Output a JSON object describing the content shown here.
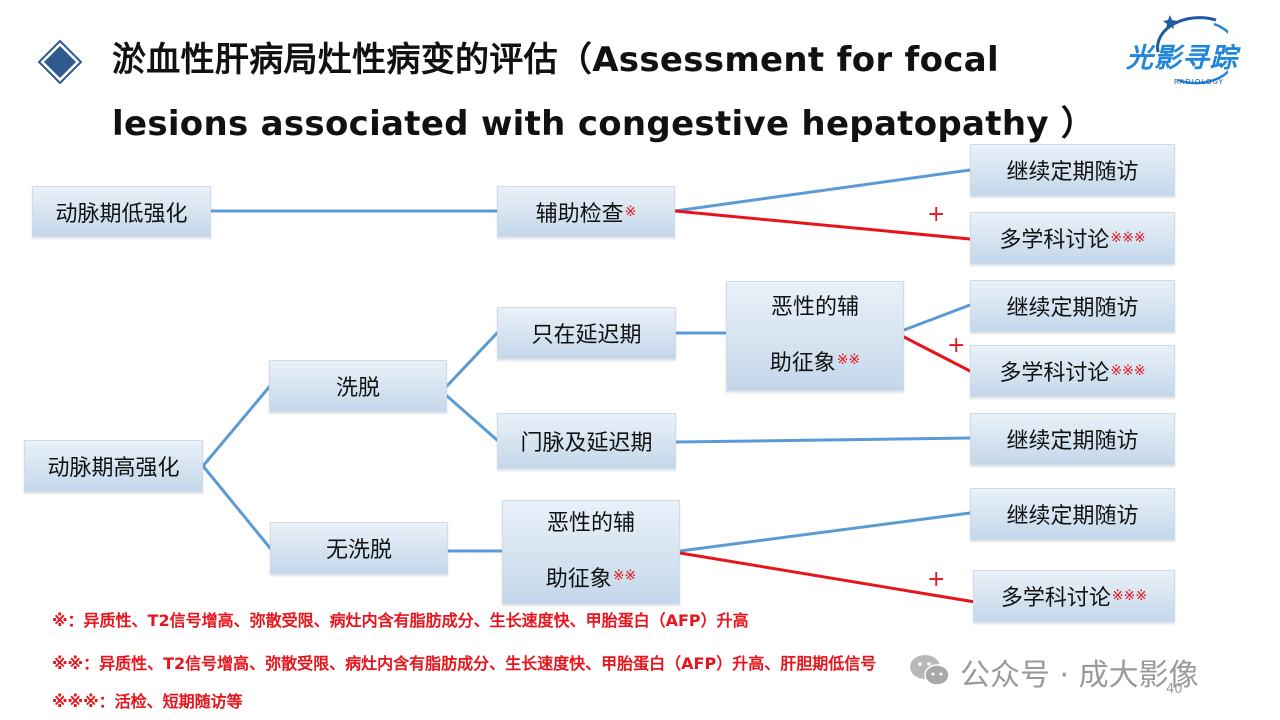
{
  "title": {
    "line1": "淤血性肝病局灶性病变的评估（Assessment for focal",
    "line2": "lesions associated with congestive hepatopathy ）"
  },
  "logo": {
    "text": "光影寻踪",
    "sub": "RADIOLOGY"
  },
  "marks": {
    "one": "※",
    "two": "※※",
    "three": "※※※"
  },
  "nodes": {
    "arterial_low": "动脉期低强化",
    "aux_exam": "辅助检查",
    "follow_1": "继续定期随访",
    "mdt_1": "多学科讨论",
    "delayed_only": "只在延迟期",
    "malignant_a_line1": "恶性的辅",
    "malignant_a_line2": "助征象",
    "follow_2": "继续定期随访",
    "mdt_2": "多学科讨论",
    "washout": "洗脱",
    "portal_delayed": "门脉及延迟期",
    "follow_3": "继续定期随访",
    "arterial_high": "动脉期高强化",
    "no_washout": "无洗脱",
    "malignant_b_line1": "恶性的辅",
    "malignant_b_line2": "助征象",
    "follow_4": "继续定期随访",
    "mdt_3": "多学科讨论"
  },
  "plus_sign": "+",
  "footnotes": {
    "note1": "※：异质性、T2信号增高、弥散受限、病灶内含有脂肪成分、生长速度快、甲胎蛋白（AFP）升高",
    "note2": "※※：异质性、T2信号增高、弥散受限、病灶内含有脂肪成分、生长速度快、甲胎蛋白（AFP）升高、肝胆期低信号",
    "note3": "※※※：活检、短期随访等"
  },
  "watermark": "公众号 · 成大影像",
  "page_number": "40",
  "colors": {
    "connector_blue": "#5b9bd5",
    "connector_red": "#e8141c",
    "diamond": "#2e5a8f",
    "footnote_red": "#e8141c"
  }
}
